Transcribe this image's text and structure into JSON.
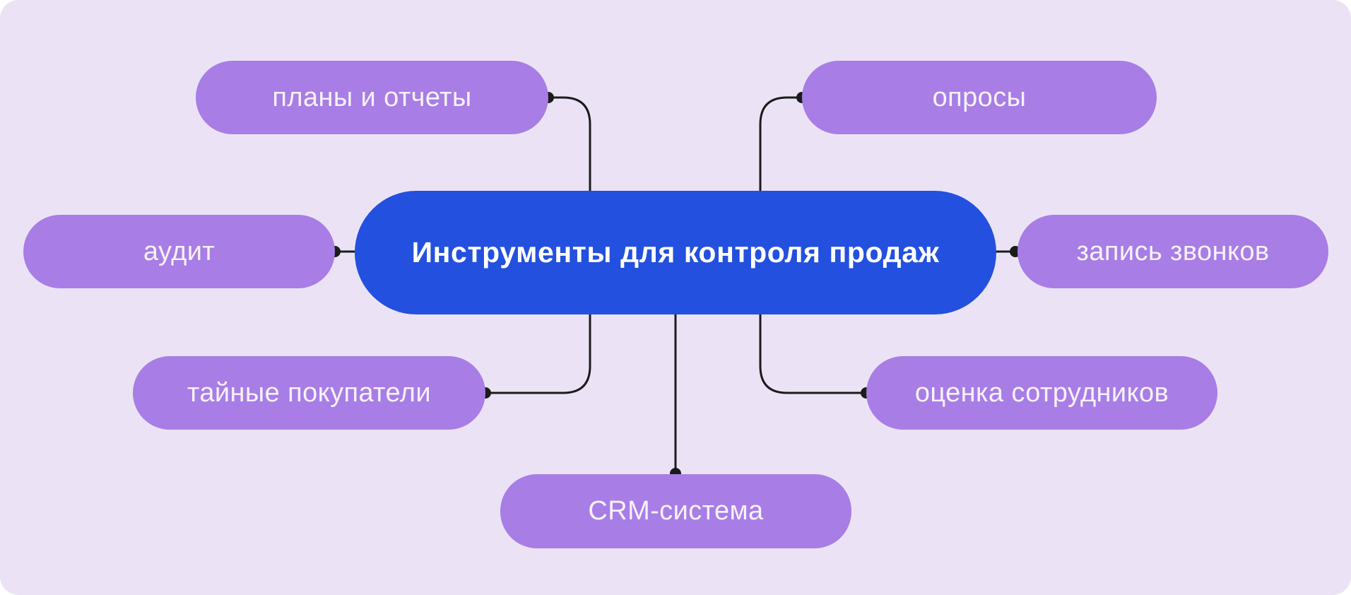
{
  "diagram": {
    "title": "Инструменты для контроля продаж",
    "center": {
      "label": "Инструменты для контроля продаж"
    },
    "nodes": [
      {
        "id": "plans-reports",
        "label": "планы и отчеты",
        "position": "top-left"
      },
      {
        "id": "surveys",
        "label": "опросы",
        "position": "top-right"
      },
      {
        "id": "audit",
        "label": "аудит",
        "position": "middle-left"
      },
      {
        "id": "call-recording",
        "label": "запись звонков",
        "position": "middle-right"
      },
      {
        "id": "mystery-shoppers",
        "label": "тайные покупатели",
        "position": "bottom-left"
      },
      {
        "id": "employee-evaluation",
        "label": "оценка сотрудников",
        "position": "bottom-right"
      },
      {
        "id": "crm-system",
        "label": "CRM-система",
        "position": "bottom-center"
      }
    ],
    "colors": {
      "background": "#EBE3F5",
      "satellite_node": "#A87DE6",
      "center_node": "#2350DE",
      "connector": "#1B1B1B",
      "satellite_text": "#F7F2FB",
      "center_text": "#FFFFFF"
    }
  }
}
